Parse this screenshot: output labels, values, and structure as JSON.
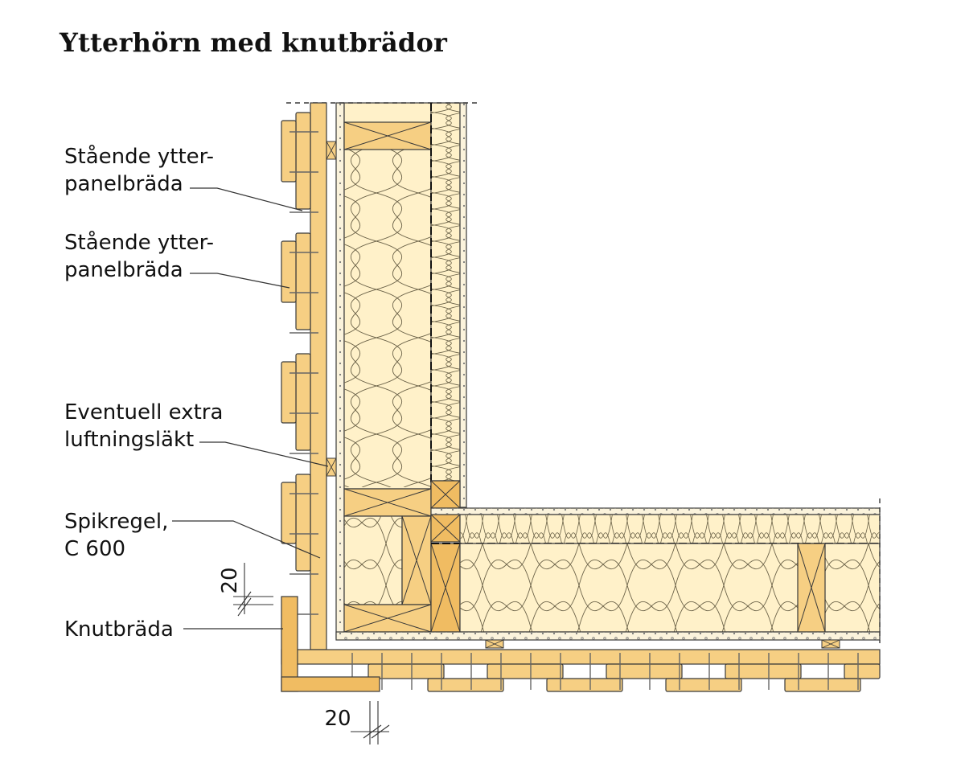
{
  "title": "Ytterhörn med knutbrädor",
  "labels": {
    "panel_1": [
      "Stående ytter-",
      "panelbräda"
    ],
    "panel_2": [
      "Stående ytter-",
      "panelbräda"
    ],
    "ventilation_batten": [
      "Eventuell extra",
      "luftningsläkt"
    ],
    "nailing_strip": [
      "Spikregel,",
      "C 600"
    ],
    "corner_board": [
      "Knutbräda"
    ]
  },
  "dimensions": {
    "vertical": "20",
    "horizontal": "20"
  },
  "colors": {
    "wood": "#f6cf83",
    "wood_dark": "#f0bc62",
    "insulation": "#fff1c9",
    "outline": "#3a3a3a"
  }
}
